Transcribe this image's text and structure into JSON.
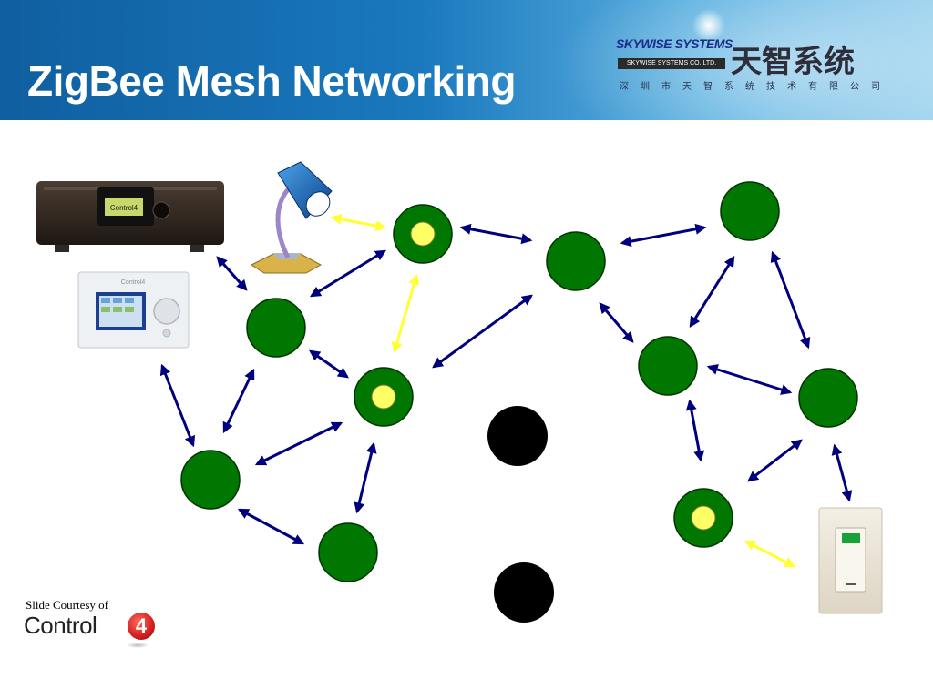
{
  "header": {
    "title": "ZigBee Mesh Networking",
    "logo_brand": "SKYWISE SYSTEMS",
    "logo_sub": "SKYWISE SYSTEMS CO.,LTD.",
    "logo_cn": "天智系统",
    "logo_address": "深圳市天智系统技术有限公司"
  },
  "credit": {
    "text": "Slide Courtesy of",
    "brand": "Control",
    "brand_mark": "4"
  },
  "devices": {
    "receiver_label": "Control4",
    "touchscreen_label": "Control4"
  },
  "colors": {
    "header_blue": "#1a6fb5",
    "node_green": "#007700",
    "router_inner": "#ffff66",
    "coordinator": "#000000",
    "mesh_link": "#00007f",
    "device_link": "#ffff33"
  },
  "legend_icons": [
    "receiver-icon",
    "touchscreen-icon",
    "lamp-icon",
    "dimmer-switch-icon"
  ]
}
